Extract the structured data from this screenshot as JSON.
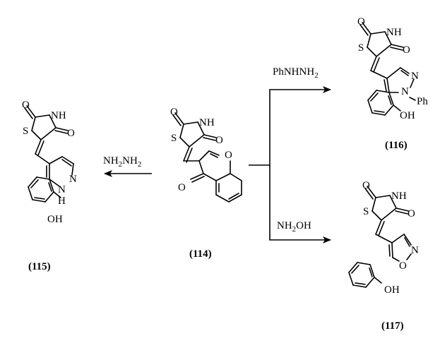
{
  "compounds": {
    "c114": "(114)",
    "c115": "(115)",
    "c116": "(116)",
    "c117": "(117)"
  },
  "reagents": {
    "r115": {
      "main": "NH",
      "sub1": "2",
      "mid": "NH",
      "sub2": "2"
    },
    "r116": {
      "main": "PhNHNH",
      "sub": "2"
    },
    "r117": {
      "main": "NH",
      "sub": "2",
      "tail": "OH"
    }
  },
  "atoms": {
    "O": "O",
    "NH": "NH",
    "S": "S",
    "N": "N",
    "H": "H",
    "OH": "OH",
    "Ph": "Ph"
  }
}
